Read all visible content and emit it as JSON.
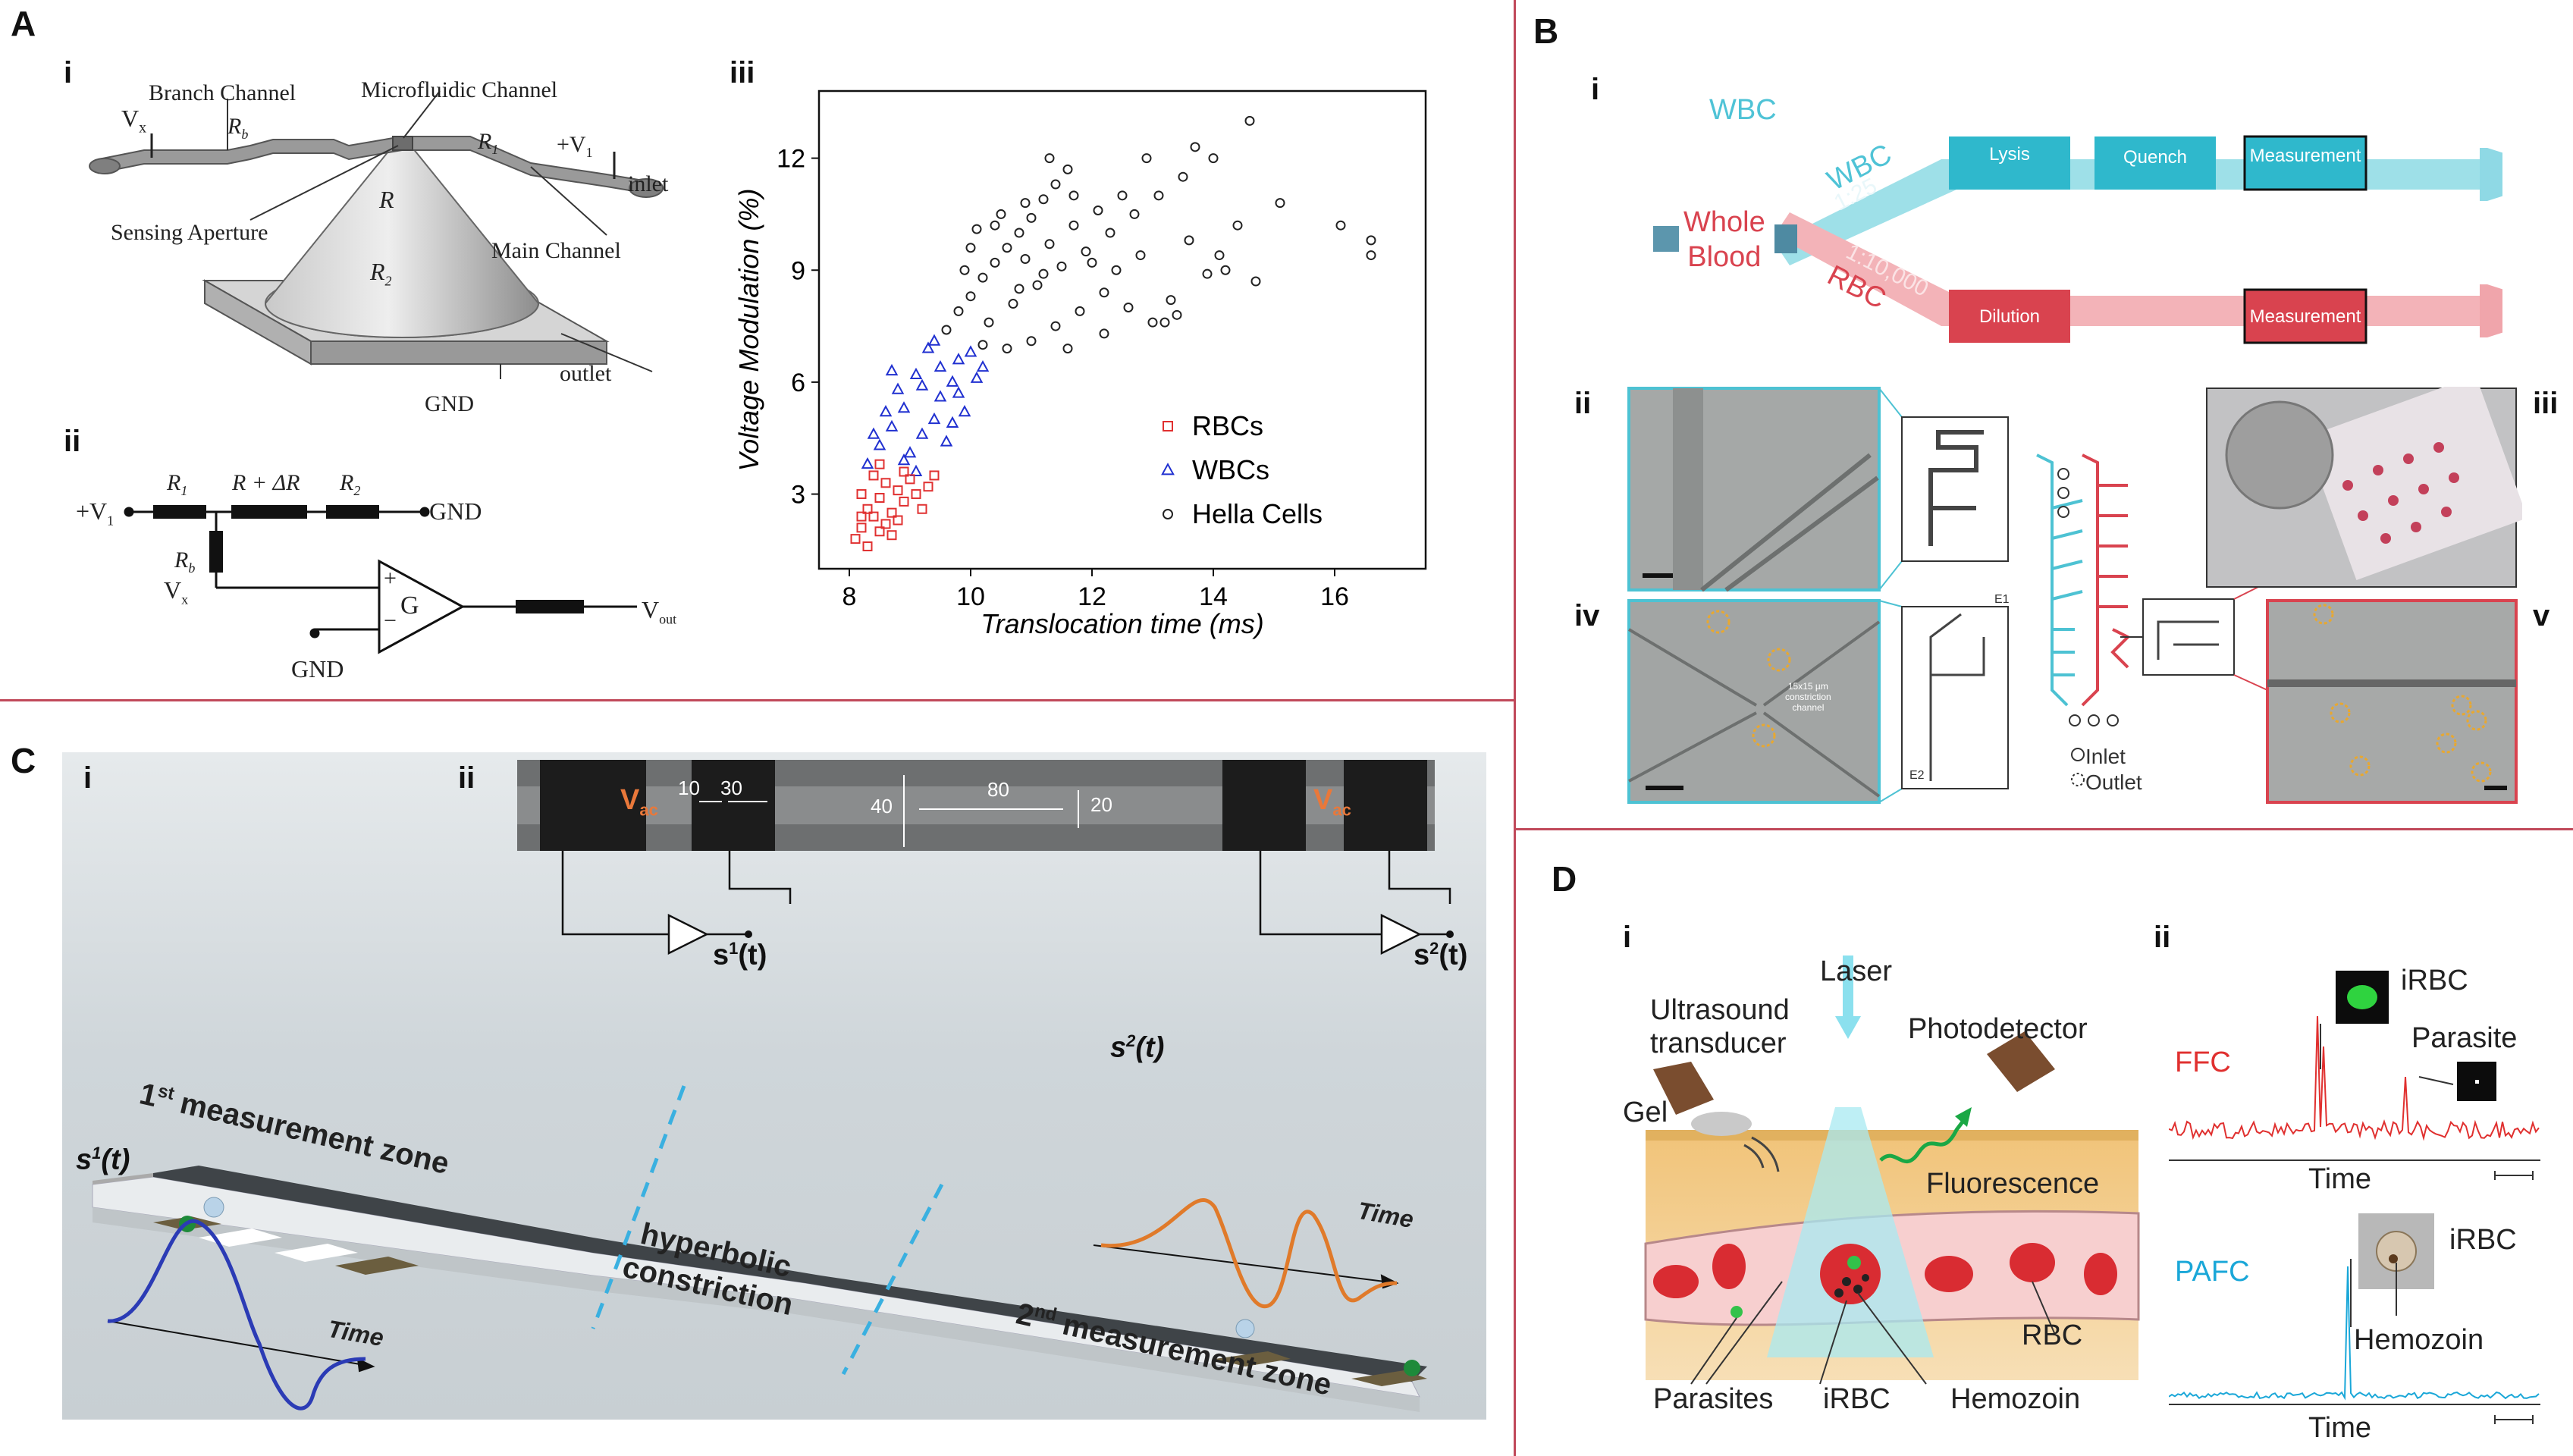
{
  "panels": {
    "A": {
      "letter": "A",
      "i": {
        "label": "i",
        "vx": "V",
        "vx_sub": "x",
        "branch_channel": "Branch Channel",
        "rb": "R",
        "rb_sub": "b",
        "microfluidic_channel": "Microfluidic Channel",
        "r1": "R",
        "r1_sub": "1",
        "plus_v1": "+V",
        "plus_v1_sub": "1",
        "inlet": "inlet",
        "r": "R",
        "sensing_aperture": "Sensing Aperture",
        "main_channel": "Main Channel",
        "r2": "R",
        "r2_sub": "2",
        "outlet": "outlet",
        "gnd": "GND"
      },
      "ii": {
        "label": "ii",
        "plus_v1": "+V",
        "plus_v1_sub": "1",
        "r1": "R",
        "r1_sub": "1",
        "r_delta": "R + ΔR",
        "r2": "R",
        "r2_sub": "2",
        "gnd_right": "GND",
        "rb": "R",
        "rb_sub": "b",
        "vx": "V",
        "vx_sub": "x",
        "plus": "+",
        "minus": "−",
        "g": "G",
        "vout": "V",
        "vout_sub": "out",
        "gnd_bottom": "GND"
      },
      "iii": {
        "label": "iii"
      }
    },
    "B": {
      "letter": "B",
      "i": {
        "label": "i",
        "wbc_title": "WBC",
        "whole_blood": [
          "Whole",
          "Blood"
        ],
        "wbc_branch": "WBC",
        "wbc_ratio": "1:25",
        "rbc_branch": "RBC",
        "rbc_ratio": "1:10,000",
        "lysis": "Lysis",
        "quench": "Quench",
        "measurement_top": "Measurement",
        "dilution": "Dilution",
        "measurement_bottom": "Measurement",
        "colors": {
          "wbc": "#4fc3d6",
          "rbc": "#e57580",
          "box_wbc": "#2fb8cc",
          "box_rbc": "#d9434f"
        }
      },
      "ii": {
        "label": "ii"
      },
      "iii": {
        "label": "iii"
      },
      "iv": {
        "label": "iv",
        "constriction": [
          "15x15 µm",
          "constriction",
          "channel"
        ],
        "e1": "E1",
        "e2": "E2"
      },
      "v": {
        "label": "v"
      },
      "legend": {
        "inlet": "Inlet",
        "outlet": "Outlet"
      }
    },
    "C": {
      "letter": "C",
      "i": {
        "label": "i"
      },
      "ii": {
        "label": "ii",
        "vac": "V",
        "vac_sub": "ac",
        "d10": "10",
        "d30": "30",
        "d40": "40",
        "d80": "80",
        "d20": "20",
        "s1": "s",
        "s1_sup": "1",
        "s1_tail": "(t)",
        "s2": "s",
        "s2_sup": "2",
        "s2_tail": "(t)"
      },
      "first_zone": {
        "ordinal": "1",
        "ordinal_sup": "st",
        "text": " measurement zone"
      },
      "second_zone": {
        "ordinal": "2",
        "ordinal_sup": "nd",
        "text": " measurement zone"
      },
      "hyperbolic": [
        "hyperbolic",
        "constriction"
      ],
      "s1_wave": {
        "s": "s",
        "sup": "1",
        "tail": "(t)",
        "time": "Time"
      },
      "s2_wave": {
        "s": "s",
        "sup": "2",
        "tail": "(t)",
        "time": "Time"
      }
    },
    "D": {
      "letter": "D",
      "i": {
        "label": "i",
        "laser": "Laser",
        "ultrasound": [
          "Ultrasound",
          "transducer"
        ],
        "photodetector": "Photodetector",
        "gel": "Gel",
        "fluorescence": "Fluorescence",
        "rbc": "RBC",
        "parasites": "Parasites",
        "irbc": "iRBC",
        "hemozoin": "Hemozoin"
      },
      "ii": {
        "label": "ii",
        "ffc": "FFC",
        "irbc_top": "iRBC",
        "parasite": "Parasite",
        "time_top": "Time",
        "pafc": "PAFC",
        "irbc_bottom": "iRBC",
        "hemozoin": "Hemozoin",
        "time_bottom": "Time",
        "colors": {
          "ffc": "#e0302f",
          "pafc": "#1aa7d8"
        }
      }
    }
  },
  "chart_data": {
    "type": "scatter",
    "xlabel": "Translocation time (ms)",
    "ylabel": "Voltage Modulation (%)",
    "xlim": [
      7.5,
      17.5
    ],
    "ylim": [
      1.0,
      13.8
    ],
    "xticks": [
      8,
      10,
      12,
      14,
      16
    ],
    "yticks": [
      3,
      6,
      9,
      12
    ],
    "legend_position": "bottom-right",
    "series": [
      {
        "name": "RBCs",
        "marker": "square",
        "color": "#e03030",
        "points": [
          [
            8.1,
            1.8
          ],
          [
            8.2,
            2.1
          ],
          [
            8.3,
            2.6
          ],
          [
            8.2,
            3.0
          ],
          [
            8.4,
            2.4
          ],
          [
            8.5,
            2.9
          ],
          [
            8.6,
            3.3
          ],
          [
            8.3,
            1.6
          ],
          [
            8.5,
            2.0
          ],
          [
            8.7,
            2.5
          ],
          [
            8.8,
            3.1
          ],
          [
            8.9,
            2.8
          ],
          [
            9.0,
            3.4
          ],
          [
            8.6,
            2.2
          ],
          [
            8.4,
            3.5
          ],
          [
            9.1,
            3.0
          ],
          [
            9.2,
            2.6
          ],
          [
            8.9,
            3.6
          ],
          [
            8.2,
            2.4
          ],
          [
            8.7,
            1.9
          ],
          [
            9.3,
            3.2
          ],
          [
            8.5,
            3.8
          ],
          [
            8.8,
            2.3
          ],
          [
            9.4,
            3.5
          ]
        ]
      },
      {
        "name": "WBCs",
        "marker": "triangle",
        "color": "#2030d0",
        "points": [
          [
            8.3,
            3.8
          ],
          [
            8.5,
            4.3
          ],
          [
            8.7,
            4.8
          ],
          [
            8.9,
            5.3
          ],
          [
            9.0,
            4.1
          ],
          [
            9.2,
            4.6
          ],
          [
            9.4,
            5.0
          ],
          [
            9.5,
            5.6
          ],
          [
            9.7,
            6.0
          ],
          [
            9.8,
            6.6
          ],
          [
            9.1,
            6.2
          ],
          [
            8.8,
            5.8
          ],
          [
            8.6,
            5.2
          ],
          [
            9.3,
            6.9
          ],
          [
            9.6,
            4.4
          ],
          [
            9.9,
            5.2
          ],
          [
            10.1,
            6.1
          ],
          [
            8.4,
            4.6
          ],
          [
            8.9,
            3.9
          ],
          [
            9.2,
            5.9
          ],
          [
            9.5,
            6.4
          ],
          [
            10.0,
            6.8
          ],
          [
            9.7,
            4.9
          ],
          [
            8.7,
            6.3
          ],
          [
            9.4,
            7.1
          ],
          [
            9.1,
            3.6
          ],
          [
            9.8,
            5.7
          ],
          [
            10.2,
            6.4
          ]
        ]
      },
      {
        "name": "Hella Cells",
        "marker": "circle",
        "color": "#222222",
        "points": [
          [
            9.6,
            7.4
          ],
          [
            9.8,
            7.9
          ],
          [
            10.0,
            8.3
          ],
          [
            10.2,
            8.8
          ],
          [
            10.4,
            9.2
          ],
          [
            10.6,
            9.6
          ],
          [
            10.8,
            10.0
          ],
          [
            11.0,
            10.4
          ],
          [
            11.2,
            10.9
          ],
          [
            11.4,
            11.3
          ],
          [
            11.6,
            11.7
          ],
          [
            9.9,
            9.0
          ],
          [
            10.3,
            7.6
          ],
          [
            10.7,
            8.1
          ],
          [
            11.1,
            8.6
          ],
          [
            11.5,
            9.1
          ],
          [
            11.9,
            9.5
          ],
          [
            12.3,
            10.0
          ],
          [
            12.7,
            10.5
          ],
          [
            13.1,
            11.0
          ],
          [
            13.5,
            11.5
          ],
          [
            14.0,
            12.0
          ],
          [
            14.6,
            13.0
          ],
          [
            15.1,
            10.8
          ],
          [
            16.1,
            10.2
          ],
          [
            16.6,
            9.8
          ],
          [
            16.6,
            9.4
          ],
          [
            14.2,
            9.0
          ],
          [
            14.7,
            8.7
          ],
          [
            13.3,
            8.2
          ],
          [
            13.0,
            7.6
          ],
          [
            12.6,
            8.0
          ],
          [
            12.2,
            8.4
          ],
          [
            11.8,
            7.9
          ],
          [
            11.4,
            7.5
          ],
          [
            11.0,
            7.1
          ],
          [
            10.6,
            6.9
          ],
          [
            10.2,
            7.0
          ],
          [
            12.0,
            9.2
          ],
          [
            12.4,
            9.0
          ],
          [
            12.8,
            9.4
          ],
          [
            13.6,
            9.8
          ],
          [
            14.4,
            10.2
          ],
          [
            10.9,
            9.3
          ],
          [
            11.3,
            9.7
          ],
          [
            11.7,
            10.2
          ],
          [
            12.1,
            10.6
          ],
          [
            12.5,
            11.0
          ],
          [
            10.1,
            10.1
          ],
          [
            10.5,
            10.5
          ],
          [
            10.9,
            10.8
          ],
          [
            11.3,
            12.0
          ],
          [
            11.7,
            11.0
          ],
          [
            12.9,
            12.0
          ],
          [
            13.7,
            12.3
          ],
          [
            14.1,
            9.4
          ],
          [
            13.9,
            8.9
          ],
          [
            12.2,
            7.3
          ],
          [
            11.6,
            6.9
          ],
          [
            13.2,
            7.6
          ],
          [
            13.4,
            7.8
          ],
          [
            10.0,
            9.6
          ],
          [
            10.4,
            10.2
          ],
          [
            10.8,
            8.5
          ],
          [
            11.2,
            8.9
          ]
        ]
      }
    ]
  }
}
